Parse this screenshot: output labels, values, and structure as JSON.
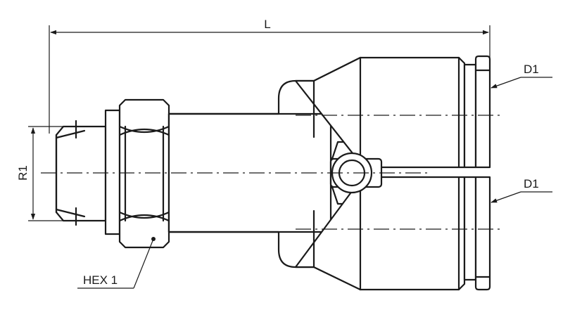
{
  "drawing": {
    "labels": {
      "length": "L",
      "thread": "R1",
      "hex": "HEX 1",
      "tube_upper": "D1",
      "tube_lower": "D1"
    },
    "colors": {
      "line": "#1a1a1a",
      "background": "#ffffff"
    }
  }
}
